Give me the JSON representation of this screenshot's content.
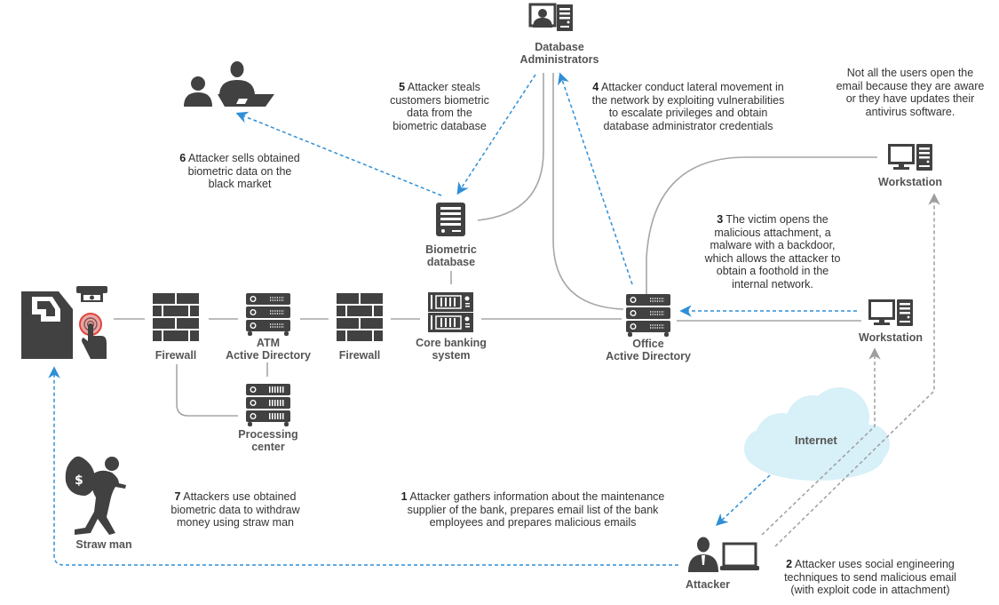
{
  "title": "Biometric data theft attack flow",
  "colors": {
    "icon": "#414141",
    "link_line": "#a6a6a6",
    "attack_arrow": "#2e8fd6",
    "email_path": "#9e9e9e",
    "cloud": "#d8f0f8",
    "fingerprint": "#e0443e"
  },
  "nodes": {
    "db_admins": {
      "label_1": "Database",
      "label_2": "Administrators",
      "icon": "admin-workstation-icon"
    },
    "black_market": {
      "icon": "buyers-meeting-icon"
    },
    "biometric_db": {
      "label_1": "Biometric",
      "label_2": "database",
      "icon": "database-server-icon"
    },
    "core_banking": {
      "label_1": "Core banking",
      "label_2": "system",
      "icon": "rack-server-icon"
    },
    "atm": {
      "icon": "atm-fingerprint-icon"
    },
    "firewall_1": {
      "label": "Firewall",
      "icon": "firewall-icon"
    },
    "atm_ad": {
      "label_1": "ATM",
      "label_2": "Active Directory",
      "icon": "server-icon"
    },
    "firewall_2": {
      "label": "Firewall",
      "icon": "firewall-icon"
    },
    "processing_center": {
      "label_1": "Processing",
      "label_2": "center",
      "icon": "server-icon"
    },
    "office_ad": {
      "label_1": "Office",
      "label_2": "Active Directory",
      "icon": "server-icon"
    },
    "workstation_top": {
      "label": "Workstation",
      "icon": "workstation-icon"
    },
    "workstation_mid": {
      "label": "Workstation",
      "icon": "workstation-icon"
    },
    "internet": {
      "label": "Internet",
      "icon": "cloud-icon"
    },
    "attacker": {
      "label": "Attacker",
      "icon": "attacker-laptop-icon"
    },
    "straw_man": {
      "label": "Straw man",
      "icon": "thief-money-bag-icon"
    }
  },
  "steps": [
    {
      "num": "1",
      "lines": [
        "Attacker gathers information about the maintenance",
        "supplier of the bank, prepares email list of the bank",
        "employees and prepares malicious emails"
      ]
    },
    {
      "num": "2",
      "lines": [
        "Attacker uses social engineering",
        "techniques to send malicious email",
        "(with exploit code in attachment)"
      ]
    },
    {
      "num": "3",
      "lines": [
        "The victim opens the",
        "malicious attachment, a",
        "malware with a backdoor,",
        "which allows the attacker to",
        "obtain a foothold in the",
        "internal network."
      ]
    },
    {
      "num": "4",
      "lines": [
        "Attacker conduct lateral movement in",
        "the network by exploiting vulnerabilities",
        "to escalate privileges and obtain",
        "database administrator credentials"
      ]
    },
    {
      "num": "5",
      "lines": [
        "Attacker steals",
        "customers biometric",
        "data from the",
        "biometric database"
      ]
    },
    {
      "num": "6",
      "lines": [
        "Attacker sells obtained",
        "biometric data on the",
        "black market"
      ]
    },
    {
      "num": "7",
      "lines": [
        "Attackers use obtained",
        "biometric data to withdraw",
        "money using straw man"
      ]
    }
  ],
  "side_note": [
    "Not all the users open the",
    "email because they are aware",
    "or they have updates their",
    "antivirus software."
  ]
}
